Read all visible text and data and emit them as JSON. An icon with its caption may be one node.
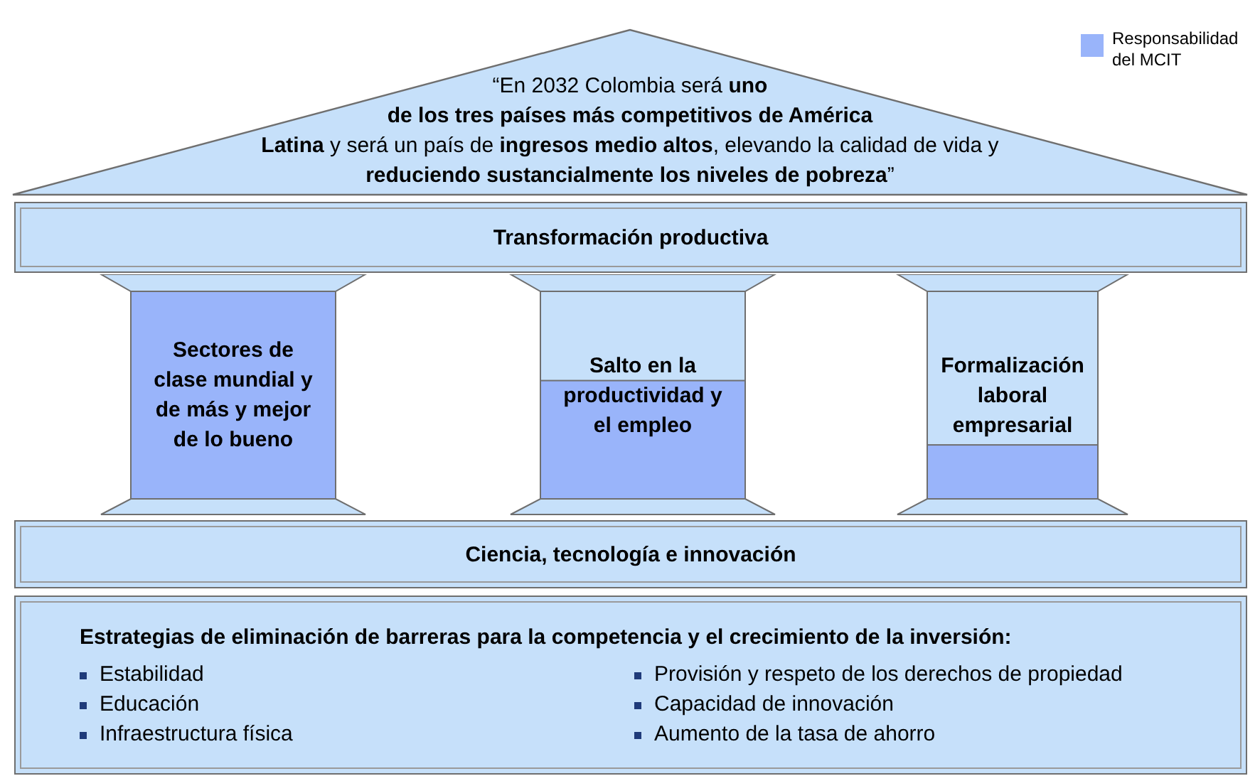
{
  "diagram": {
    "nodes": [
      {
        "text": [
          "“En 2032 Colombia será **uno de los tres países más competitivos de América Latina** y será un país de **ingresos medio altos**, elevando la calidad de vida y **reduciendo sustancialmente los niveles de pobreza**”"
        ]
      },
      {
        "text": [
          "Transformación productiva"
        ]
      },
      {
        "text": [
          "Sectores de clase mundial y de más y mejor de lo bueno"
        ]
      },
      {
        "text": [
          "Salto en la productividad y el empleo"
        ]
      },
      {
        "text": [
          "Formalización laboral empresarial"
        ]
      },
      {
        "text": [
          "Ciencia, tecnología e innovación"
        ]
      },
      {
        "text": [
          "Estrategias de eliminación de barreras para la competencia y el crecimiento de la inversión:",
          "Estabilidad",
          "Educación",
          "Infraestructura física",
          "Provisión y respeto de los derechos de propiedad",
          "Capacidad de innovación",
          "Aumento de la tasa de ahorro"
        ]
      }
    ],
    "edges": [],
    "legend": [
      {
        "text": "Responsabilidad del MCIT",
        "color": "#99b4fa"
      }
    ]
  }
}
